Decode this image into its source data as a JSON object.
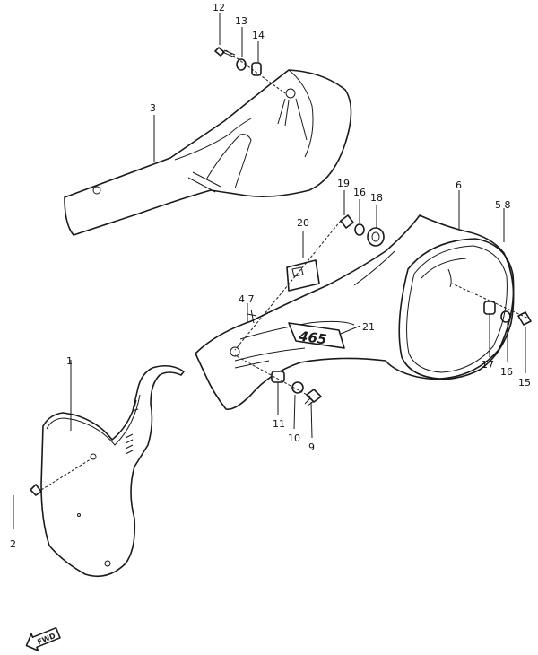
{
  "callouts": [
    {
      "id": "c1",
      "text": "1"
    },
    {
      "id": "c2",
      "text": "2"
    },
    {
      "id": "c3",
      "text": "3"
    },
    {
      "id": "c47",
      "text": "4 7"
    },
    {
      "id": "c58",
      "text": "5 8"
    },
    {
      "id": "c6",
      "text": "6"
    },
    {
      "id": "c9",
      "text": "9"
    },
    {
      "id": "c10",
      "text": "10"
    },
    {
      "id": "c11",
      "text": "11"
    },
    {
      "id": "c12",
      "text": "12"
    },
    {
      "id": "c13",
      "text": "13"
    },
    {
      "id": "c14",
      "text": "14"
    },
    {
      "id": "c15",
      "text": "15"
    },
    {
      "id": "c16a",
      "text": "16"
    },
    {
      "id": "c16b",
      "text": "16"
    },
    {
      "id": "c17",
      "text": "17"
    },
    {
      "id": "c18",
      "text": "18"
    },
    {
      "id": "c19",
      "text": "19"
    },
    {
      "id": "c20",
      "text": "20"
    },
    {
      "id": "c21",
      "text": "21"
    }
  ],
  "decal": {
    "text": "465"
  },
  "direction_marker": {
    "text": "FWD"
  },
  "colors": {
    "ink": "#1a1a1a",
    "paper": "#ffffff"
  }
}
